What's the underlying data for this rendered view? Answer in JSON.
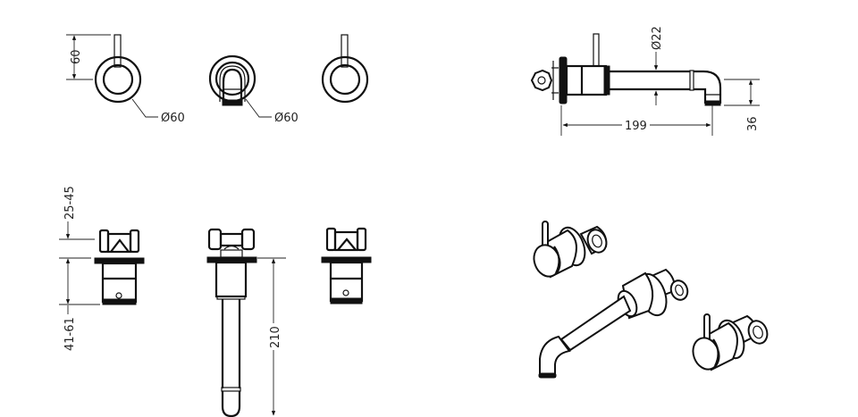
{
  "drawing": {
    "subject": "3-hole wall-mounted basin mixer tap technical drawing",
    "line_color": "#111111",
    "background": "#ffffff",
    "views": {
      "front_left_handle": {
        "dims": {
          "handle_height": "60",
          "backplate_diameter": "Ø60"
        }
      },
      "front_spout": {
        "dims": {
          "backplate_diameter": "Ø60"
        }
      },
      "front_right_handle": {},
      "side_spout": {
        "dims": {
          "spout_diameter": "Ø22",
          "projection": "199",
          "outlet_height": "36"
        }
      },
      "top_left_valve": {
        "dims": {
          "wall_depth_top": "25-45",
          "wall_depth_bottom": "41-61"
        }
      },
      "top_spout": {
        "dims": {
          "spout_length": "210"
        }
      },
      "top_right_valve": {},
      "isometric": {
        "parts": [
          "left-handle-valve",
          "spout",
          "right-handle-valve"
        ]
      }
    }
  }
}
